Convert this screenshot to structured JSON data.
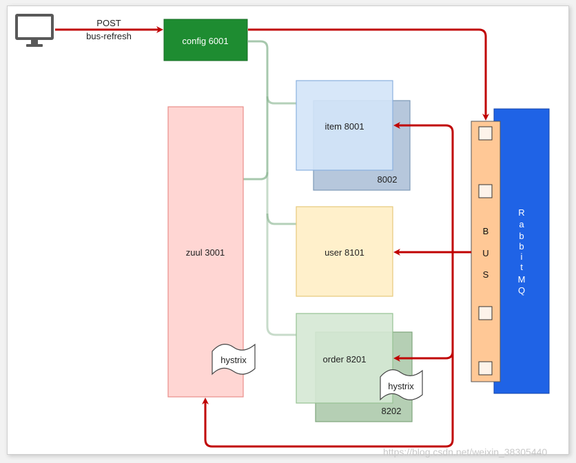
{
  "client": {
    "method": "POST",
    "action": "bus-refresh"
  },
  "config": {
    "label": "config 6001"
  },
  "zuul": {
    "label": "zuul 3001",
    "hystrix": "hystrix"
  },
  "item": {
    "label": "item 8001",
    "replica": "8002"
  },
  "user": {
    "label": "user 8101"
  },
  "order": {
    "label": "order 8201",
    "replica": "8202",
    "hystrix": "hystrix"
  },
  "bus": {
    "label": [
      "B",
      "U",
      "S"
    ]
  },
  "rabbitmq": {
    "label": [
      "R",
      "a",
      "b",
      "b",
      "i",
      "t",
      "M",
      "Q"
    ]
  },
  "watermark": "https://blog.csdn.net/weixin_38305440",
  "colors": {
    "arrow": "#c00000",
    "connector": "#82b08a",
    "config_fill": "#1e8c31",
    "zuul_fill": "#ffd6d3",
    "item_fill": "#d3e4f8",
    "item_back": "#b6c7dc",
    "user_fill": "#fff0cb",
    "order_fill": "#d5e8d4",
    "order_back": "#b5cfb4",
    "bus_fill": "#ffc896",
    "rabbit_fill": "#1f63e6"
  }
}
